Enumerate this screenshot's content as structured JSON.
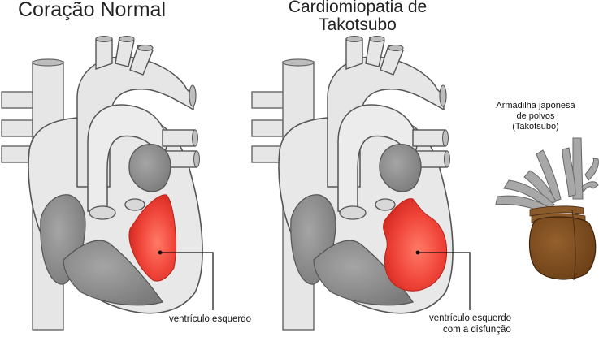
{
  "titles": {
    "normal": "Coração Normal",
    "takotsubo_line1": "Cardiomiopatia de",
    "takotsubo_line2": "Takotsubo"
  },
  "labels": {
    "normal_lv": "ventrículo esquerdo",
    "takotsubo_lv_line1": "ventrículo esquerdo",
    "takotsubo_lv_line2": "com a disfunção",
    "trap_line1": "Armadilha japonesa",
    "trap_line2": "de polvos",
    "trap_line3": "(Takotsubo)"
  },
  "colors": {
    "heart_outline": "#555555",
    "heart_fill": "#e8e8e8",
    "chamber_gray": "#8a8a8a",
    "ventricle_red": "#e8382f",
    "ventricle_light": "#ff6b5a",
    "pot_brown": "#7a4a1e",
    "tentacle_gray": "#9a9a9a"
  }
}
